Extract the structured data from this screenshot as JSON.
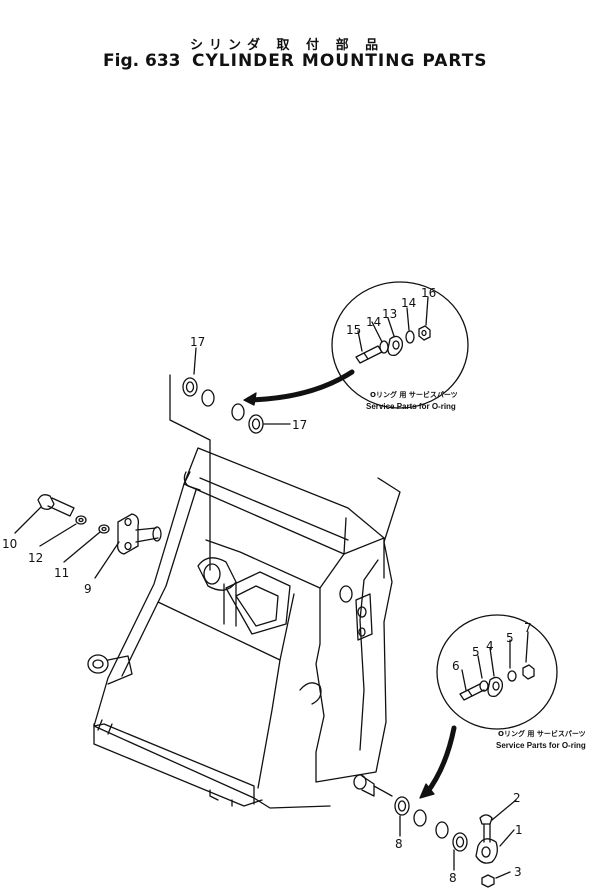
{
  "header": {
    "title_jp": "シリンダ 取 付 部 品",
    "fig_no": "Fig. 633",
    "title_en": "CYLINDER MOUNTING PARTS"
  },
  "inset_top": {
    "note_jp": "Oリング 用 サービスパーツ",
    "note_en": "Service Parts for O-ring",
    "labels": [
      "15",
      "14",
      "13",
      "14",
      "16"
    ]
  },
  "inset_bottom": {
    "note_jp": "Oリング 用 サービスパーツ",
    "note_en": "Service Parts for O-ring",
    "labels": [
      "6",
      "5",
      "4",
      "5",
      "7"
    ]
  },
  "callouts": [
    "17",
    "17",
    "10",
    "12",
    "11",
    "9",
    "2",
    "1",
    "3",
    "8",
    "8"
  ]
}
